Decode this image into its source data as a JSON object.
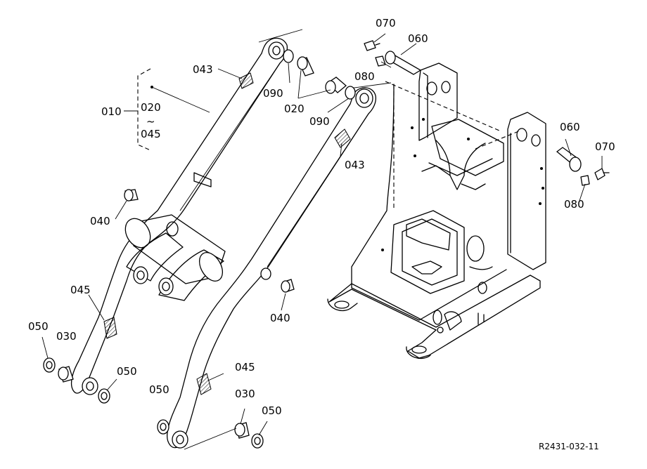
{
  "labels": {
    "p010": "010",
    "p020_top": "020",
    "p020_tilde": "~",
    "p045_range": "045",
    "p043_a": "043",
    "p043_b": "043",
    "p090_a": "090",
    "p090_b": "090",
    "p020_a": "020",
    "p070_a": "070",
    "p060_a": "060",
    "p080_a": "080",
    "p060_b": "060",
    "p070_b": "070",
    "p080_b": "080",
    "p040_a": "040",
    "p040_b": "040",
    "p045_a": "045",
    "p045_b": "045",
    "p050_a": "050",
    "p030_a": "030",
    "p050_b": "050",
    "p050_c": "050",
    "p030_b": "030",
    "p050_d": "050"
  },
  "reference": "R2431-032-11"
}
